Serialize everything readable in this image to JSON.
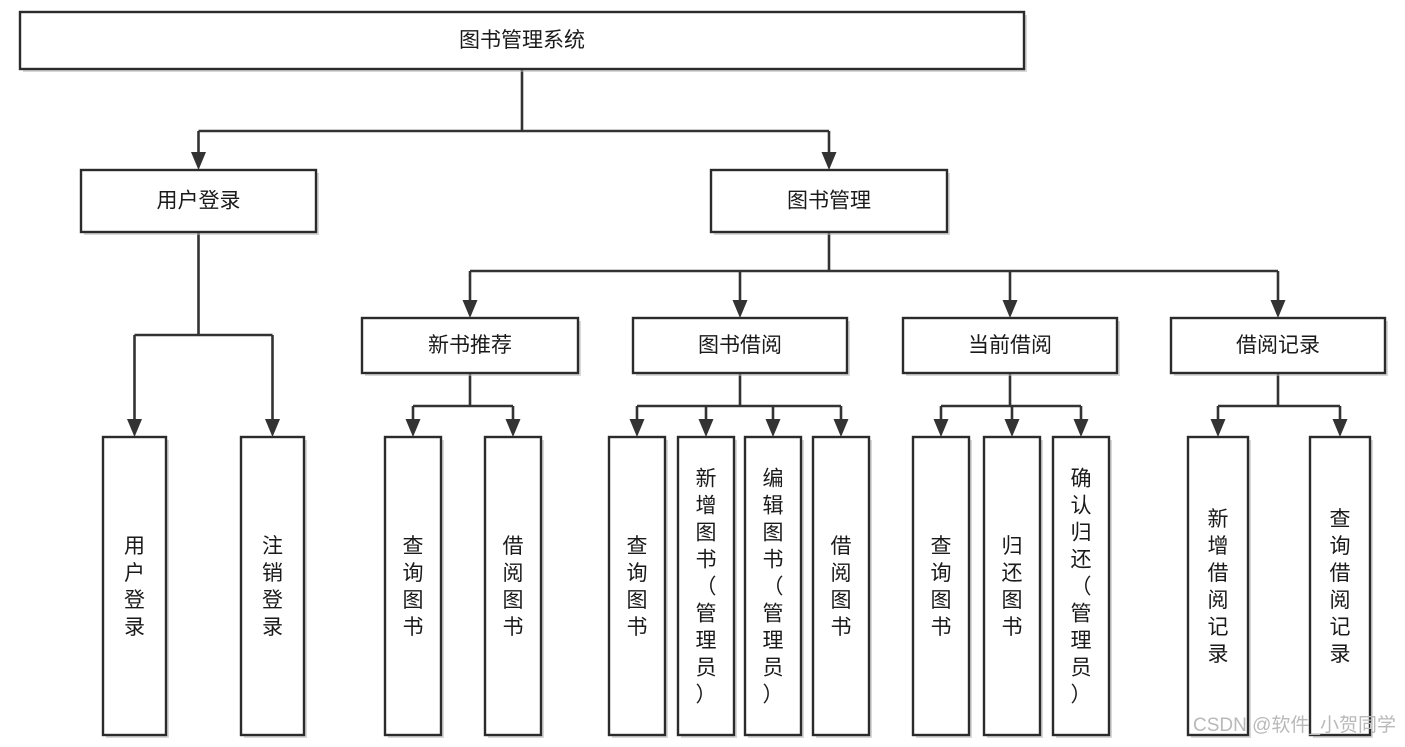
{
  "diagram": {
    "type": "tree",
    "title": "图书管理系统",
    "orientation": "top-down",
    "colors": {
      "background": "#ffffff",
      "node_fill": "#ffffff",
      "node_stroke": "#2b2b2b",
      "connector": "#333333",
      "label": "#1a1a1a",
      "watermark": "#b9b9b9"
    },
    "nodes": {
      "root": {
        "label": "图书管理系统",
        "level": 0,
        "orientation": "horizontal"
      },
      "n_user_login": {
        "label": "用户登录",
        "level": 1,
        "orientation": "horizontal"
      },
      "n_book_mgmt": {
        "label": "图书管理",
        "level": 1,
        "orientation": "horizontal"
      },
      "n_new_book_rec": {
        "label": "新书推荐",
        "level": 2,
        "orientation": "horizontal"
      },
      "n_book_borrow": {
        "label": "图书借阅",
        "level": 2,
        "orientation": "horizontal"
      },
      "n_current_borrow": {
        "label": "当前借阅",
        "level": 2,
        "orientation": "horizontal"
      },
      "n_borrow_record": {
        "label": "借阅记录",
        "level": 2,
        "orientation": "horizontal"
      },
      "l_user_login": {
        "label": "用户登录",
        "level": 3,
        "orientation": "vertical"
      },
      "l_logout": {
        "label": "注销登录",
        "level": 3,
        "orientation": "vertical"
      },
      "l_query_book_1": {
        "label": "查询图书",
        "level": 3,
        "orientation": "vertical"
      },
      "l_borrow_book_1": {
        "label": "借阅图书",
        "level": 3,
        "orientation": "vertical"
      },
      "l_query_book_2": {
        "label": "查询图书",
        "level": 3,
        "orientation": "vertical"
      },
      "l_add_book": {
        "label": "新增图书（管理员）",
        "level": 3,
        "orientation": "vertical"
      },
      "l_edit_book": {
        "label": "编辑图书（管理员）",
        "level": 3,
        "orientation": "vertical"
      },
      "l_borrow_book_2": {
        "label": "借阅图书",
        "level": 3,
        "orientation": "vertical"
      },
      "l_query_book_3": {
        "label": "查询图书",
        "level": 3,
        "orientation": "vertical"
      },
      "l_return_book": {
        "label": "归还图书",
        "level": 3,
        "orientation": "vertical"
      },
      "l_confirm_return": {
        "label": "确认归还（管理员）",
        "level": 3,
        "orientation": "vertical"
      },
      "l_add_record": {
        "label": "新增借阅记录",
        "level": 3,
        "orientation": "vertical"
      },
      "l_query_record": {
        "label": "查询借阅记录",
        "level": 3,
        "orientation": "vertical"
      }
    },
    "edges": [
      {
        "from": "root",
        "to": "n_user_login"
      },
      {
        "from": "root",
        "to": "n_book_mgmt"
      },
      {
        "from": "n_user_login",
        "to": "l_user_login"
      },
      {
        "from": "n_user_login",
        "to": "l_logout"
      },
      {
        "from": "n_book_mgmt",
        "to": "n_new_book_rec"
      },
      {
        "from": "n_book_mgmt",
        "to": "n_book_borrow"
      },
      {
        "from": "n_book_mgmt",
        "to": "n_current_borrow"
      },
      {
        "from": "n_book_mgmt",
        "to": "n_borrow_record"
      },
      {
        "from": "n_new_book_rec",
        "to": "l_query_book_1"
      },
      {
        "from": "n_new_book_rec",
        "to": "l_borrow_book_1"
      },
      {
        "from": "n_book_borrow",
        "to": "l_query_book_2"
      },
      {
        "from": "n_book_borrow",
        "to": "l_add_book"
      },
      {
        "from": "n_book_borrow",
        "to": "l_edit_book"
      },
      {
        "from": "n_book_borrow",
        "to": "l_borrow_book_2"
      },
      {
        "from": "n_current_borrow",
        "to": "l_query_book_3"
      },
      {
        "from": "n_current_borrow",
        "to": "l_return_book"
      },
      {
        "from": "n_current_borrow",
        "to": "l_confirm_return"
      },
      {
        "from": "n_borrow_record",
        "to": "l_add_record"
      },
      {
        "from": "n_borrow_record",
        "to": "l_query_record"
      }
    ]
  },
  "watermark": {
    "text": "CSDN @软件_小贺同学"
  }
}
